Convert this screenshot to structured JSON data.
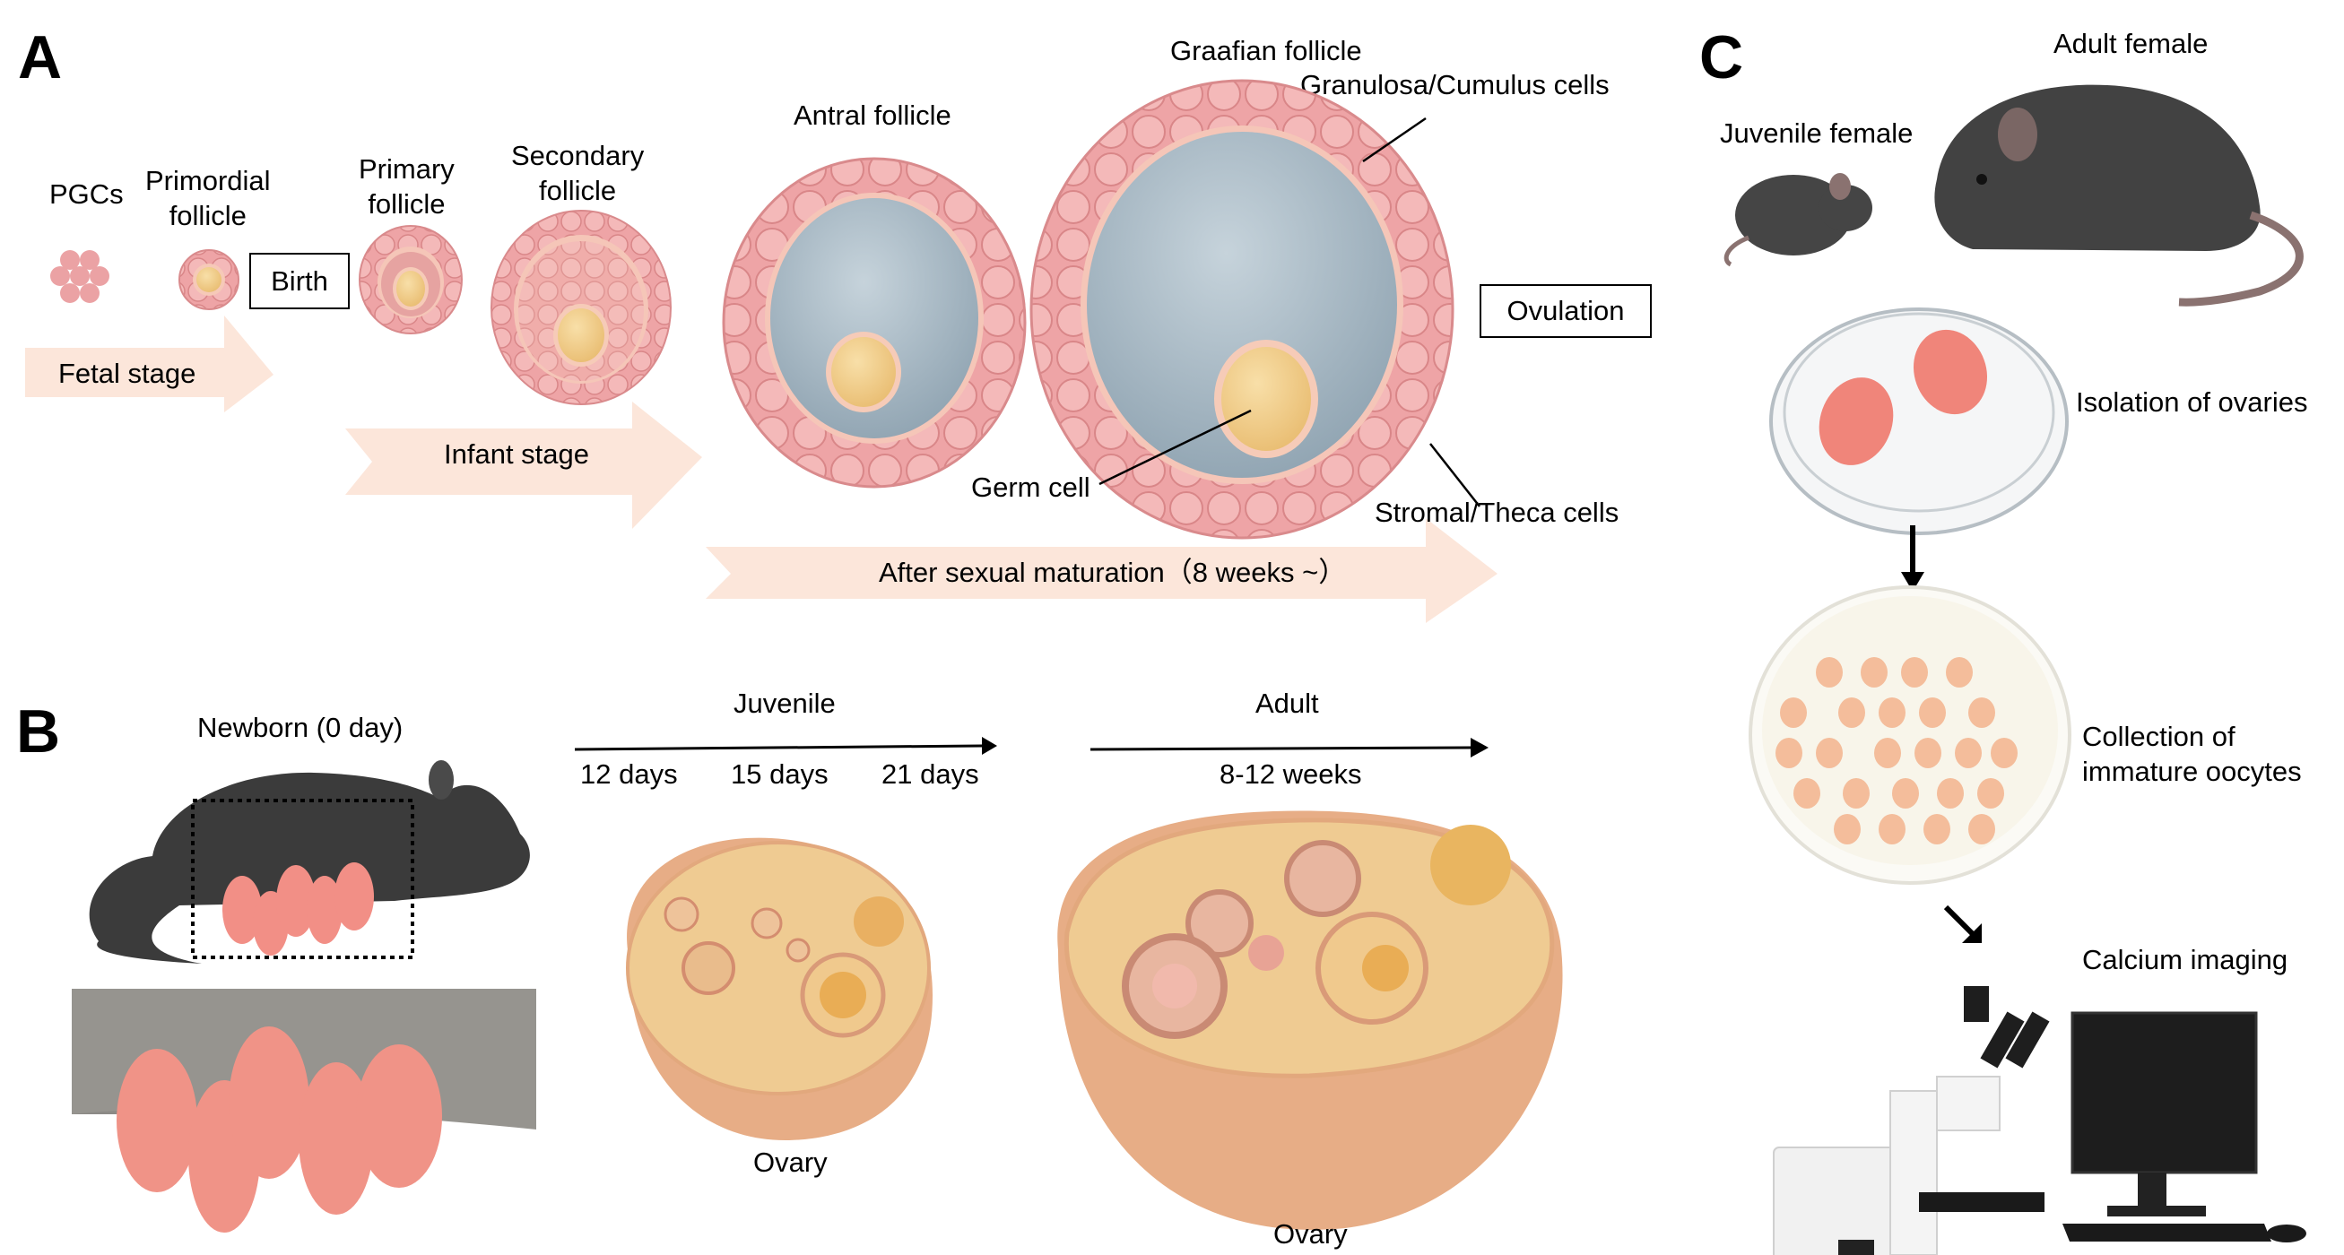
{
  "panels": {
    "A": {
      "letter": "A",
      "stages": {
        "pgcs": "PGCs",
        "primordial": "Primordial\nfollicle",
        "primary": "Primary\nfollicle",
        "secondary": "Secondary\nfollicle",
        "antral": "Antral follicle",
        "graafian": "Graafian follicle"
      },
      "annotations": {
        "granulosa": "Granulosa/Cumulus cells",
        "germ_cell": "Germ cell",
        "stromal": "Stromal/Theca cells"
      },
      "events": {
        "birth": "Birth",
        "ovulation": "Ovulation"
      },
      "period_arrows": {
        "fetal": "Fetal stage",
        "infant": "Infant stage",
        "mature": "After sexual maturation（8 weeks ~）"
      }
    },
    "B": {
      "letter": "B",
      "newborn_label": "Newborn (0 day)",
      "juvenile": {
        "label": "Juvenile",
        "ticks": [
          "12 days",
          "15 days",
          "21 days"
        ]
      },
      "adult": {
        "label": "Adult",
        "range": "8-12 weeks"
      },
      "ovary_label_juvenile": "Ovary",
      "ovary_label_adult": "Ovary"
    },
    "C": {
      "letter": "C",
      "juvenile_female": "Juvenile female",
      "adult_female": "Adult female",
      "steps": [
        "Isolation of ovaries",
        "Collection of\nimmature oocytes",
        "Calcium imaging"
      ]
    }
  },
  "colors": {
    "arrow_fill": "#fce6da",
    "follicle_pink": "#e89a9c",
    "follicle_cell": "#f0b2b2",
    "antrum": "#a9b9c4",
    "oocyte": "#f1cf8c",
    "mouse_dark": "#3c3c3c",
    "pup_pink": "#f28f86",
    "ovary_tan": "#efc58c"
  }
}
